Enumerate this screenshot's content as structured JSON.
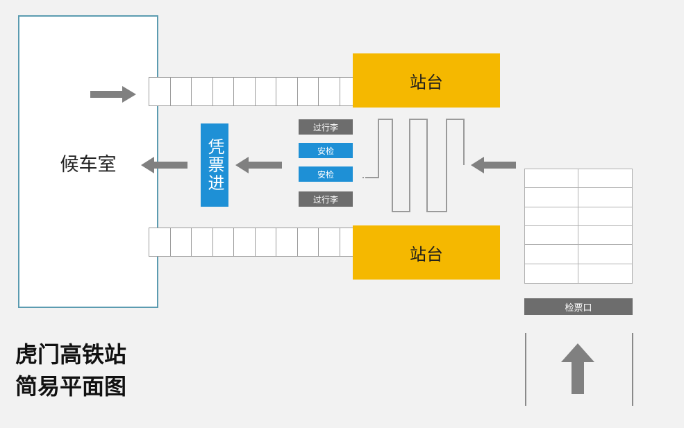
{
  "waiting_room": {
    "label": "候车室"
  },
  "platforms": [
    {
      "label": "站台"
    },
    {
      "label": "站台"
    }
  ],
  "ticket_entry": {
    "label": "凭票进"
  },
  "checkpoints": [
    {
      "label": "过行李",
      "color": "#6d6d6d"
    },
    {
      "label": "安检",
      "color": "#1e90d6"
    },
    {
      "label": "安检",
      "color": "#1e90d6"
    },
    {
      "label": "过行李",
      "color": "#6d6d6d"
    }
  ],
  "ticket_gate": {
    "label": "检票口"
  },
  "title": {
    "line1": "虎门高铁站",
    "line2": "简易平面图"
  },
  "colors": {
    "platform": "#f5b800",
    "accent": "#1e90d6",
    "grey": "#6d6d6d",
    "arrow": "#808080"
  }
}
